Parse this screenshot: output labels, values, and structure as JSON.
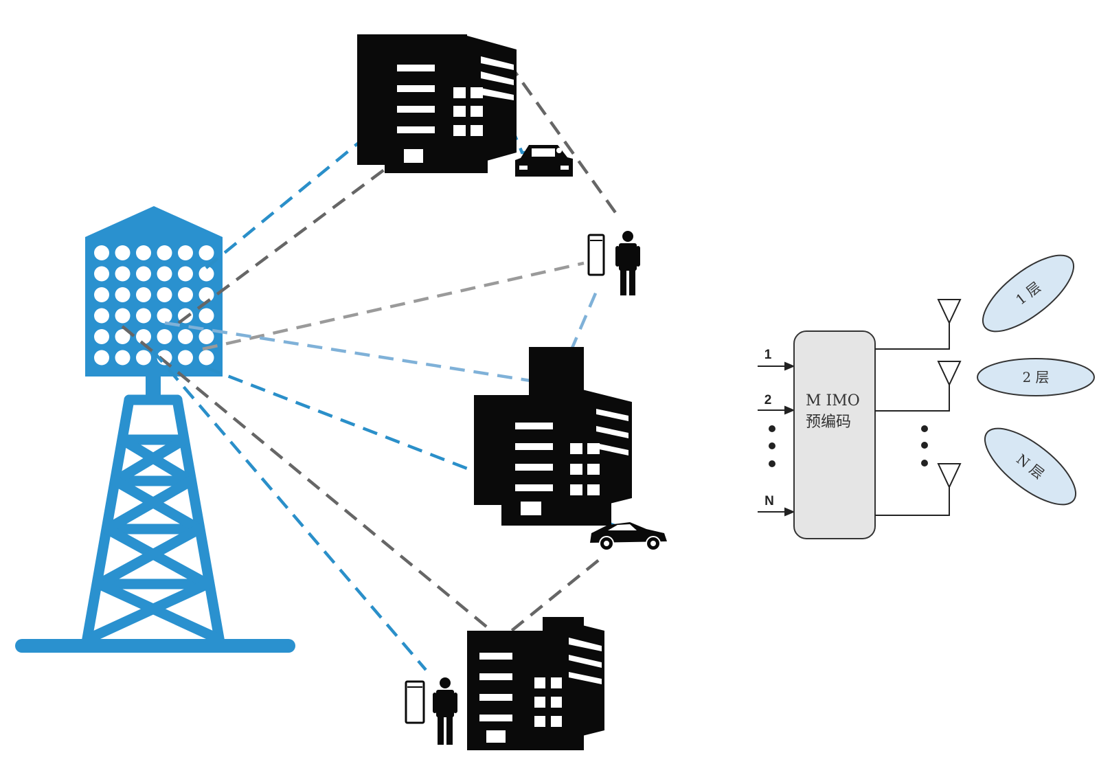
{
  "colors": {
    "tower": "#2a91cf",
    "link_blue": "#2a8fc9",
    "link_lightblue": "#7fb1d8",
    "link_dark": "#666666",
    "link_gray": "#9a9a9a",
    "building": "#0a0a0a",
    "precoder_fill": "#e5e5e5",
    "layer_fill": "#d7e7f4"
  },
  "icons": {
    "base_station": "massive-mimo-tower-icon",
    "building": "building-icon",
    "car": "car-icon",
    "user": "person-with-phone-icon",
    "antenna": "antenna-icon"
  },
  "precoder": {
    "title": "M IMO",
    "subtitle": "预编码",
    "inputs": [
      "1",
      "2",
      "N"
    ]
  },
  "layers": [
    "1 层",
    "2 层",
    "N 层"
  ]
}
